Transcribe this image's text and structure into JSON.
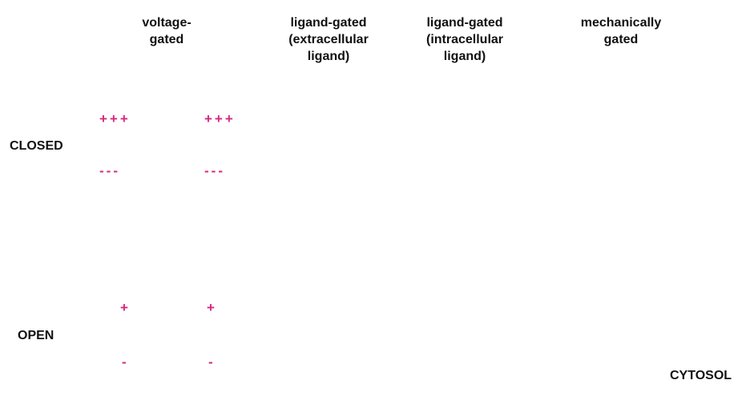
{
  "columns": [
    {
      "title": "voltage-\ngated"
    },
    {
      "title": "ligand-gated\n(extracellular\nligand)"
    },
    {
      "title": "ligand-gated\n(intracellular\nligand)"
    },
    {
      "title": "mechanically\ngated"
    }
  ],
  "rows": {
    "closed_label": "CLOSED",
    "open_label": "OPEN"
  },
  "compartment_label": "CYTOSOL",
  "charges": {
    "closed_positive": "+++",
    "closed_negative": "---",
    "open_positive": "+",
    "open_negative": "-"
  },
  "colors": {
    "membrane": "#d3d6d4",
    "voltage_channel": "#7da548",
    "ligand_channel": "#1d86d6",
    "ligand": "#c8202a",
    "mechanical_channel": "#c8261e",
    "charge": "#d6287f"
  }
}
